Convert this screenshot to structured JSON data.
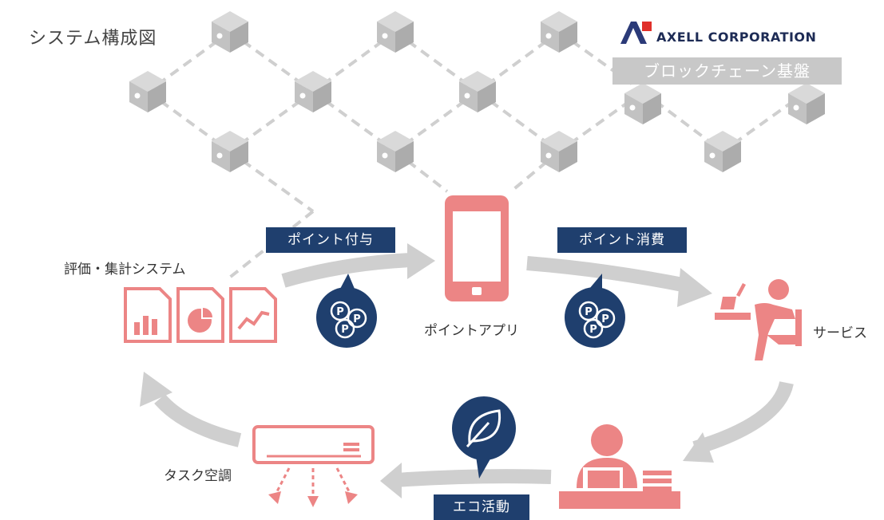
{
  "title": "システム構成図",
  "company": {
    "name": "AXELL CORPORATION"
  },
  "blockchain_label": "ブロックチェーン基盤",
  "nodes": {
    "evaluation": "評価・集計システム",
    "app": "ポイントアプリ",
    "service": "サービス",
    "aircon": "タスク空調"
  },
  "actions": {
    "point_grant": "ポイント付与",
    "point_use": "ポイント消費",
    "eco_activity": "エコ活動"
  },
  "colors": {
    "navy": "#1f3f6e",
    "salmon": "#ec8585",
    "gray_arrow": "#cfcfcf",
    "gray_block": "#c4c4c4",
    "blockchain_box": "#c8c8c8"
  },
  "icons": [
    "cube-icon",
    "smartphone-icon",
    "coin-bubble-icon",
    "leaf-bubble-icon",
    "bar-chart-icon",
    "pie-chart-icon",
    "line-chart-icon",
    "person-sitting-icon",
    "person-at-desk-icon",
    "air-conditioner-icon",
    "logo-icon"
  ]
}
